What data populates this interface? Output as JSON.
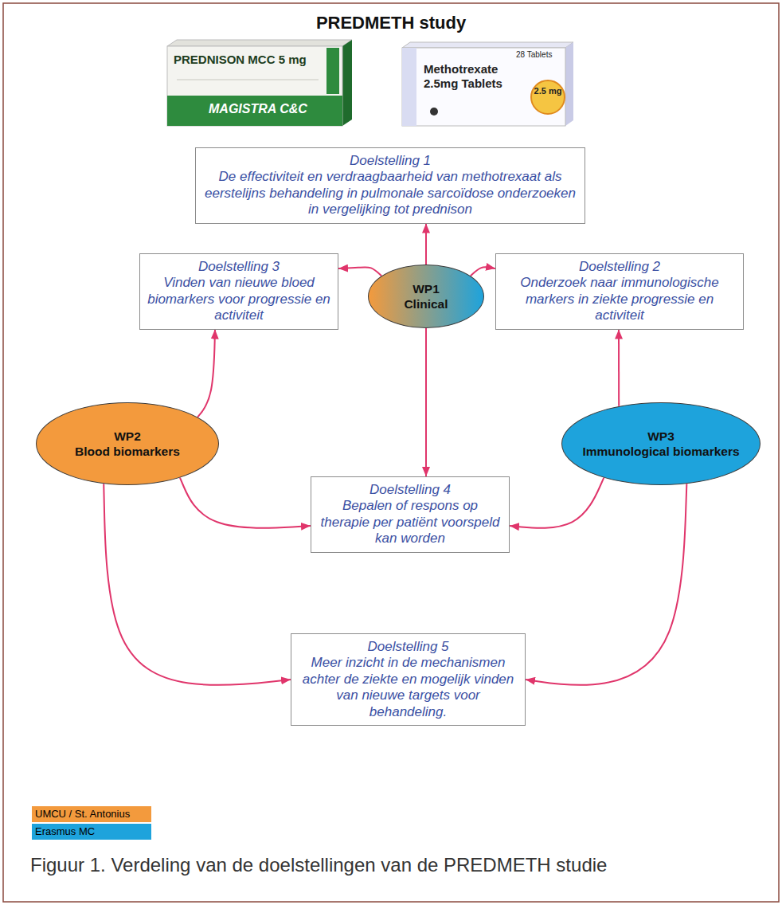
{
  "diagram": {
    "title": "PREDMETH study",
    "caption": "Figuur 1. Verdeling van de doelstellingen van de PREDMETH studie",
    "nodes": [
      {
        "text": [
          "Doelstelling 1",
          "De effectiviteit en verdraagbaarheid van methotrexaat als eerstelijns behandeling in pulmonale sarcoïdose onderzoeken in vergelijking tot prednison"
        ]
      },
      {
        "text": [
          "Doelstelling 3",
          "Vinden van nieuwe bloed biomarkers voor progressie en activiteit"
        ]
      },
      {
        "text": [
          "WP1",
          "Clinical"
        ]
      },
      {
        "text": [
          "Doelstelling 2",
          "Onderzoek naar immunologische markers in ziekte progressie en activiteit"
        ]
      },
      {
        "text": [
          "WP2",
          "Blood biomarkers"
        ]
      },
      {
        "text": [
          "WP3",
          "Immunological biomarkers"
        ]
      },
      {
        "text": [
          "Doelstelling 4",
          "Bepalen of respons op therapie per patiënt voorspeld kan worden"
        ]
      },
      {
        "text": [
          "Doelstelling 5",
          "Meer inzicht in de mechanismen achter de ziekte en mogelijk vinden van nieuwe targets voor behandeling."
        ]
      }
    ],
    "edges": [
      {
        "from": 2,
        "to": 0,
        "arrow": "to"
      },
      {
        "from": 2,
        "to": 1,
        "arrow": "to"
      },
      {
        "from": 2,
        "to": 3,
        "arrow": "to"
      },
      {
        "from": 2,
        "to": 6,
        "arrow": "to"
      },
      {
        "from": 4,
        "to": 1,
        "arrow": "to"
      },
      {
        "from": 5,
        "to": 3,
        "arrow": "to"
      },
      {
        "from": 4,
        "to": 6,
        "arrow": "to"
      },
      {
        "from": 5,
        "to": 6,
        "arrow": "to"
      },
      {
        "from": 4,
        "to": 7,
        "arrow": "to"
      },
      {
        "from": 5,
        "to": 7,
        "arrow": "to"
      }
    ],
    "labels": [
      "PREDNISON MCC 5 mg",
      "MAGISTRA C&C",
      "28 Tablets",
      "Methotrexate 2.5mg Tablets",
      "2.5 mg"
    ],
    "legend": [
      {
        "text": "UMCU / St. Antonius",
        "color": "#f39a3d"
      },
      {
        "text": "Erasmus MC",
        "color": "#1ea3dc"
      }
    ]
  }
}
